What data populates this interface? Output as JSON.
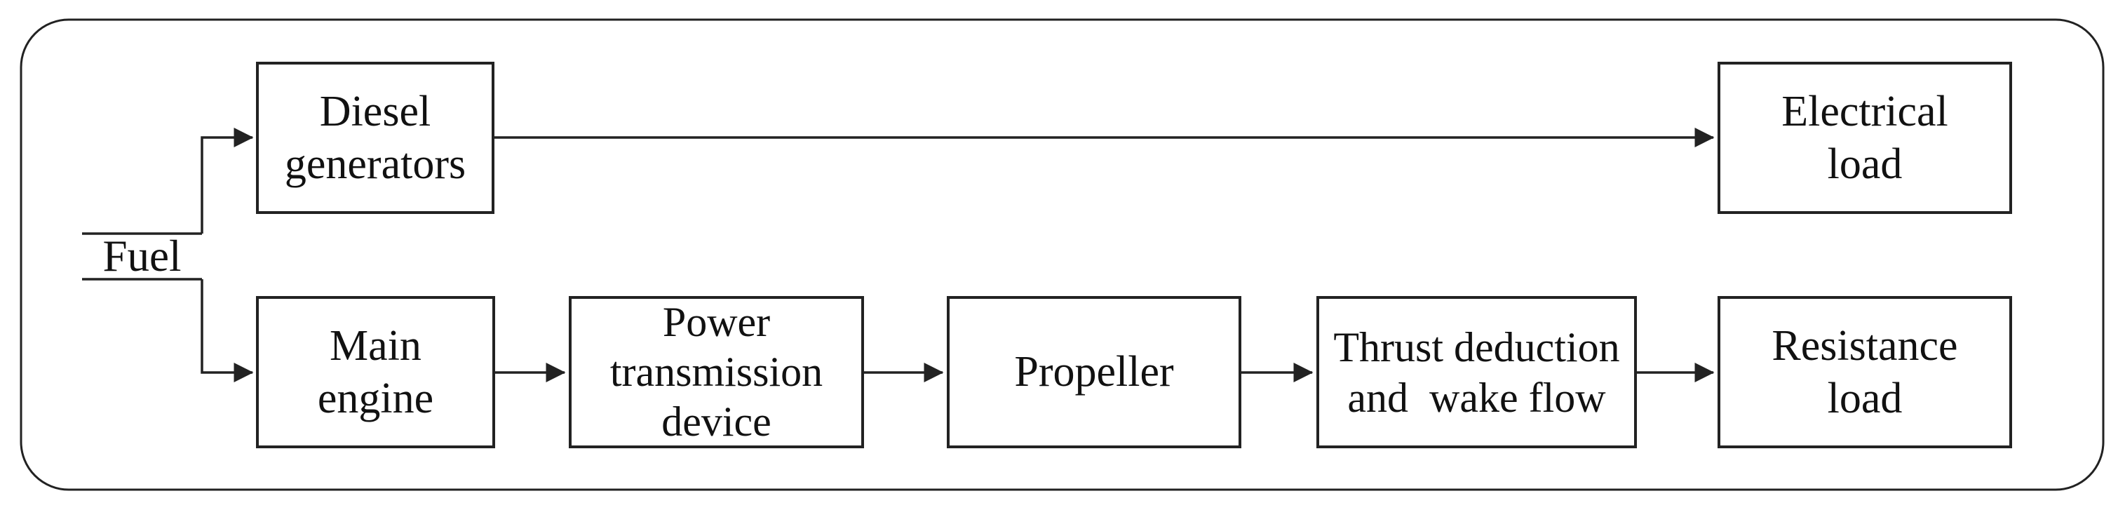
{
  "diagram": {
    "background": "#ffffff",
    "line_color": "#222222",
    "text_color": "#111111",
    "fuel_label": "Fuel",
    "nodes": {
      "diesel_generators": {
        "label": "Diesel\ngenerators"
      },
      "electrical_load": {
        "label": "Electrical\nload"
      },
      "main_engine": {
        "label": "Main\nengine"
      },
      "power_transmission_device": {
        "label": "Power\ntransmission\ndevice"
      },
      "propeller": {
        "label": "Propeller"
      },
      "thrust_deduction_wake_flow": {
        "label": "Thrust deduction\nand  wake flow"
      },
      "resistance_load": {
        "label": "Resistance\nload"
      }
    },
    "edges": [
      {
        "from": "Fuel",
        "to": "Diesel generators"
      },
      {
        "from": "Fuel",
        "to": "Main engine"
      },
      {
        "from": "Diesel generators",
        "to": "Electrical load"
      },
      {
        "from": "Main engine",
        "to": "Power transmission device"
      },
      {
        "from": "Power transmission device",
        "to": "Propeller"
      },
      {
        "from": "Propeller",
        "to": "Thrust deduction and wake flow"
      },
      {
        "from": "Thrust deduction and wake flow",
        "to": "Resistance load"
      }
    ]
  }
}
